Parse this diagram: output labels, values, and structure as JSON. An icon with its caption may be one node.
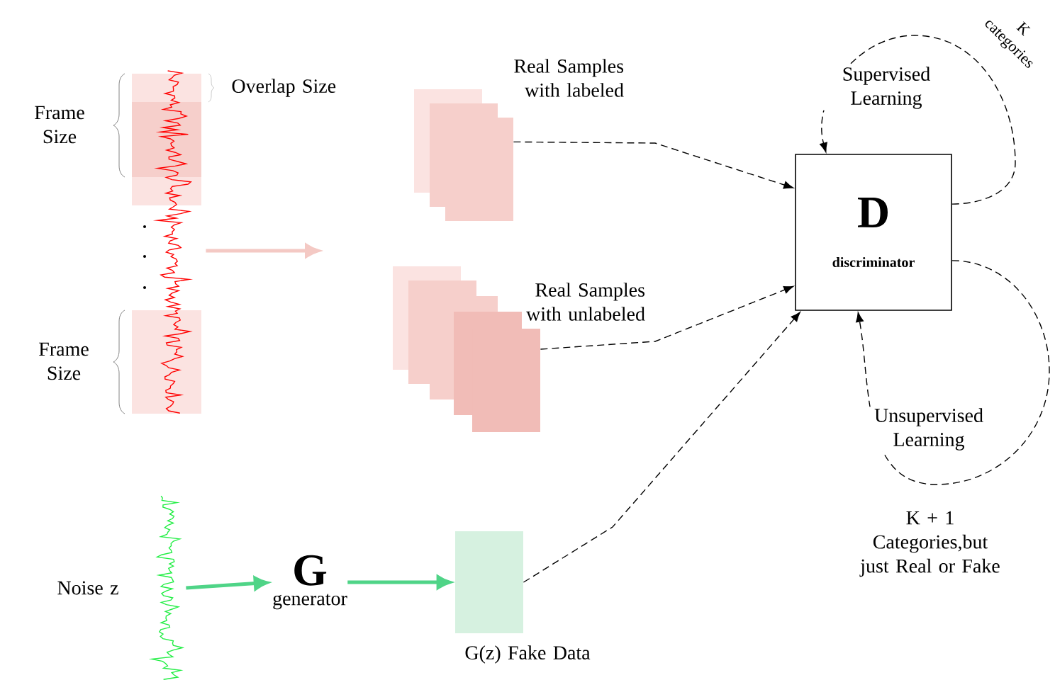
{
  "diagram": {
    "nodes": [
      {
        "text": [],
        "shape": "picture"
      },
      {
        "text": [],
        "shape": "box",
        "beside": [
          "Real Samples with labeled"
        ]
      },
      {
        "text": [],
        "shape": "box",
        "beside": [
          "Real Samples with unlabeled"
        ]
      },
      {
        "text": [
          "D",
          "discriminator"
        ]
      },
      {
        "text": [],
        "shape": "picture",
        "beside": [
          "Noise z"
        ]
      },
      {
        "text": [
          "G",
          "generator"
        ]
      },
      {
        "text": [],
        "shape": "box",
        "beside": [
          "G(z) Fake Data"
        ]
      }
    ],
    "edges": [
      {
        "from": 0,
        "to": null,
        "arrow": "to",
        "color": "#f4c9c4",
        "style": "thick"
      },
      {
        "from": 1,
        "to": 3,
        "arrow": "to",
        "style": "dashed"
      },
      {
        "from": 2,
        "to": 3,
        "arrow": "to",
        "style": "dashed"
      },
      {
        "from": 6,
        "to": 3,
        "arrow": "to",
        "style": "dashed"
      },
      {
        "from": 3,
        "to": 3,
        "arrow": "to",
        "style": "dashed",
        "label": "Supervised Learning"
      },
      {
        "from": 3,
        "to": 3,
        "arrow": "to",
        "style": "dashed",
        "label": "Unsupervised Learning"
      },
      {
        "from": 4,
        "to": 5,
        "arrow": "to",
        "color": "#4fd487",
        "style": "thick"
      },
      {
        "from": 5,
        "to": 6,
        "arrow": "to",
        "color": "#4fd487",
        "style": "thick"
      }
    ],
    "labels": [
      "Overlap Size",
      "Frame Size",
      "Frame Size",
      "K categories",
      "K + 1 Categories,but just Real or Fake"
    ]
  }
}
